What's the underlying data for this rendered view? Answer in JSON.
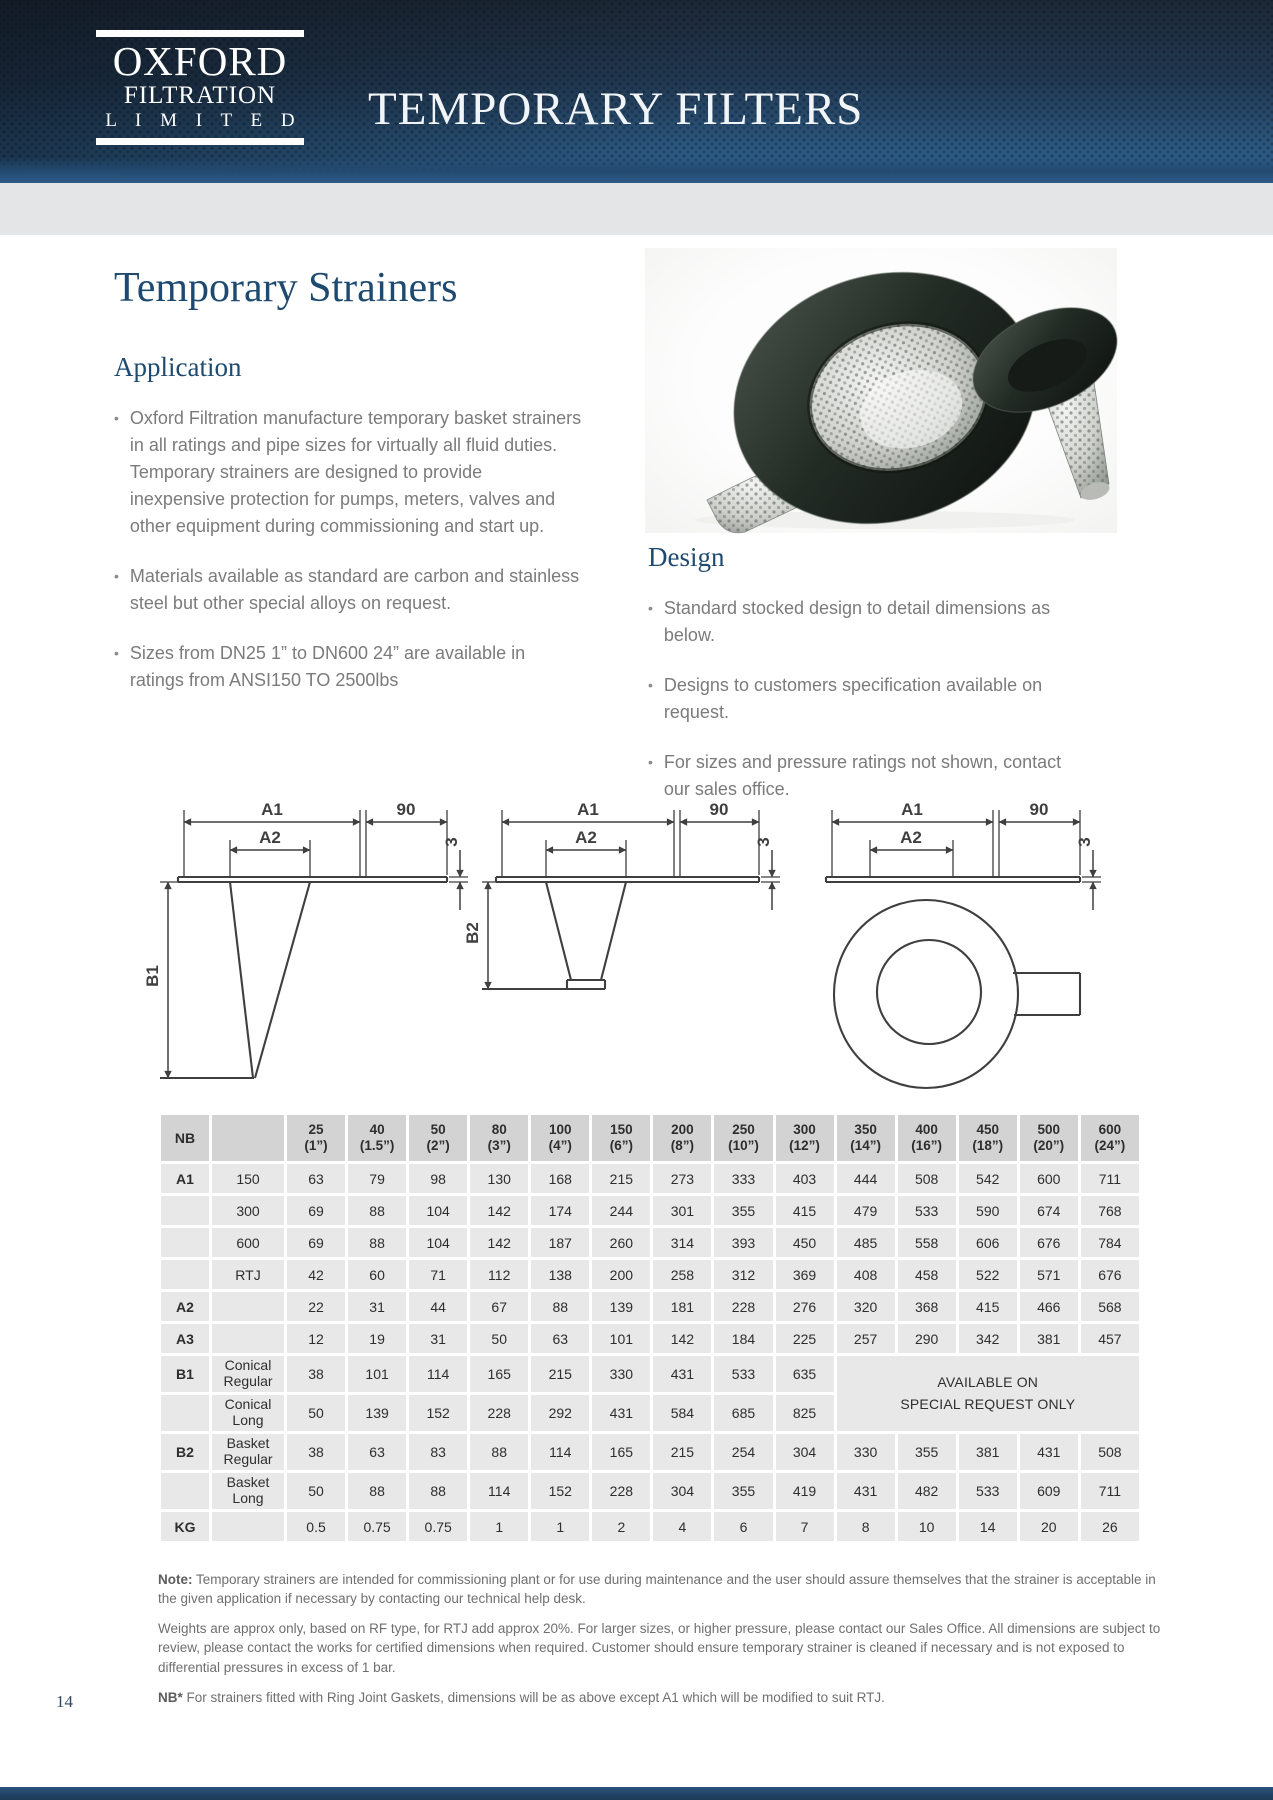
{
  "header": {
    "logo": {
      "line1": "OXFORD",
      "line2": "FILTRATION",
      "line3": "L I M I T E D"
    },
    "title": "TEMPORARY FILTERS"
  },
  "page_title": "Temporary Strainers",
  "application": {
    "heading": "Application",
    "bullets": [
      "Oxford Filtration manufacture temporary basket strainers in all ratings and pipe sizes for virtually all fluid duties. Temporary strainers are designed to provide inexpensive protection for pumps, meters, valves and other equipment during commissioning and start up.",
      "Materials available as standard are carbon and stainless steel but other special alloys on request.",
      "Sizes from DN25 1” to DN600 24” are available in ratings from ANSI150 TO 2500lbs"
    ]
  },
  "design": {
    "heading": "Design",
    "bullets": [
      "Standard stocked design to detail dimensions as below.",
      "Designs to customers specification available on request.",
      "For sizes and pressure ratings not shown, contact our sales office."
    ]
  },
  "drawings": {
    "dims": {
      "a1": "A1",
      "a2": "A2",
      "handle": "90",
      "thickness": "3",
      "b1": "B1",
      "b2": "B2"
    }
  },
  "table": {
    "corner_header": "NB",
    "columns": [
      [
        "25",
        "(1”)"
      ],
      [
        "40",
        "(1.5”)"
      ],
      [
        "50",
        "(2”)"
      ],
      [
        "80",
        "(3”)"
      ],
      [
        "100",
        "(4”)"
      ],
      [
        "150",
        "(6”)"
      ],
      [
        "200",
        "(8”)"
      ],
      [
        "250",
        "(10”)"
      ],
      [
        "300",
        "(12”)"
      ],
      [
        "350",
        "(14”)"
      ],
      [
        "400",
        "(16”)"
      ],
      [
        "450",
        "(18”)"
      ],
      [
        "500",
        "(20”)"
      ],
      [
        "600",
        "(24”)"
      ]
    ],
    "rows": [
      {
        "label": "A1",
        "sub": [
          "150"
        ],
        "values": [
          "63",
          "79",
          "98",
          "130",
          "168",
          "215",
          "273",
          "333",
          "403",
          "444",
          "508",
          "542",
          "600",
          "711"
        ]
      },
      {
        "label": "",
        "sub": [
          "300"
        ],
        "values": [
          "69",
          "88",
          "104",
          "142",
          "174",
          "244",
          "301",
          "355",
          "415",
          "479",
          "533",
          "590",
          "674",
          "768"
        ]
      },
      {
        "label": "",
        "sub": [
          "600"
        ],
        "values": [
          "69",
          "88",
          "104",
          "142",
          "187",
          "260",
          "314",
          "393",
          "450",
          "485",
          "558",
          "606",
          "676",
          "784"
        ]
      },
      {
        "label": "",
        "sub": [
          "RTJ"
        ],
        "values": [
          "42",
          "60",
          "71",
          "112",
          "138",
          "200",
          "258",
          "312",
          "369",
          "408",
          "458",
          "522",
          "571",
          "676"
        ]
      },
      {
        "label": "A2",
        "sub": [],
        "values": [
          "22",
          "31",
          "44",
          "67",
          "88",
          "139",
          "181",
          "228",
          "276",
          "320",
          "368",
          "415",
          "466",
          "568"
        ]
      },
      {
        "label": "A3",
        "sub": [],
        "values": [
          "12",
          "19",
          "31",
          "50",
          "63",
          "101",
          "142",
          "184",
          "225",
          "257",
          "290",
          "342",
          "381",
          "457"
        ]
      },
      {
        "label": "B1",
        "sub": [
          "Conical",
          "Regular"
        ],
        "values": [
          "38",
          "101",
          "114",
          "165",
          "215",
          "330",
          "431",
          "533",
          "635"
        ],
        "merge_note_start": true
      },
      {
        "label": "",
        "sub": [
          "Conical",
          "Long"
        ],
        "values": [
          "50",
          "139",
          "152",
          "228",
          "292",
          "431",
          "584",
          "685",
          "825"
        ],
        "merged": true
      },
      {
        "label": "B2",
        "sub": [
          "Basket",
          "Regular"
        ],
        "values": [
          "38",
          "63",
          "83",
          "88",
          "114",
          "165",
          "215",
          "254",
          "304",
          "330",
          "355",
          "381",
          "431",
          "508"
        ]
      },
      {
        "label": "",
        "sub": [
          "Basket",
          "Long"
        ],
        "values": [
          "50",
          "88",
          "88",
          "114",
          "152",
          "228",
          "304",
          "355",
          "419",
          "431",
          "482",
          "533",
          "609",
          "711"
        ]
      },
      {
        "label": "KG",
        "sub": [],
        "values": [
          "0.5",
          "0.75",
          "0.75",
          "1",
          "1",
          "2",
          "4",
          "6",
          "7",
          "8",
          "10",
          "14",
          "20",
          "26"
        ]
      }
    ],
    "special_note": [
      "AVAILABLE ON",
      "SPECIAL REQUEST ONLY"
    ]
  },
  "notes": {
    "note1_label": "Note:",
    "note1": "Temporary strainers are intended for commissioning plant or for use during maintenance and the user should assure themselves that the strainer is acceptable in the given application if necessary by contacting our technical help desk.",
    "note2": "Weights are approx only, based on RF type, for RTJ add approx 20%. For larger sizes, or higher pressure, please contact our Sales Office. All dimensions are subject to review, please contact the works for certified dimensions when required. Customer should ensure temporary strainer is cleaned if necessary and is not exposed to differential pressures in excess of 1 bar.",
    "note3_label": "NB*",
    "note3": "For strainers fitted with Ring Joint Gaskets, dimensions will be as above except A1 which will be modified to suit RTJ."
  },
  "footer": {
    "page_number": "14"
  },
  "colors": {
    "accent_navy": "#1e4a6f",
    "header_top": "#1d2836",
    "header_bottom": "#2d5f8e",
    "band_gray": "#e4e5e7",
    "table_header_bg": "#d3d3d3",
    "table_cell_bg": "#e8e8e8",
    "body_text": "#7b7b7b",
    "drawing_line": "#3f3f3f"
  }
}
